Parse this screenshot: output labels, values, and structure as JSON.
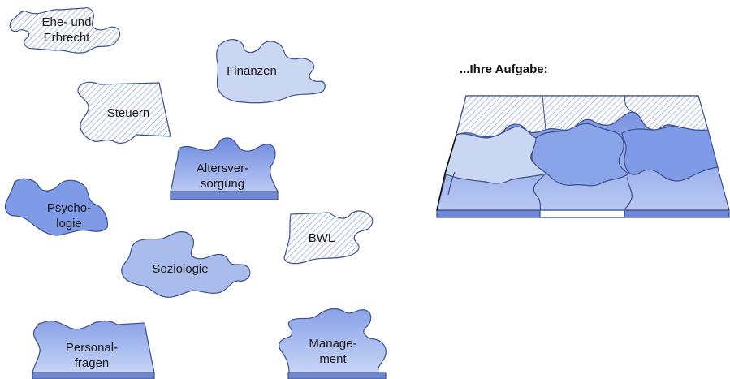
{
  "heading": "...Ihre Aufgabe:",
  "pieces": {
    "ehe": {
      "line1": "Ehe- und",
      "line2": "Erbrecht"
    },
    "finanzen": {
      "line1": "Finanzen"
    },
    "steuern": {
      "line1": "Steuern"
    },
    "alters": {
      "line1": "Altersver-",
      "line2": "sorgung"
    },
    "psycho": {
      "line1": "Psycho-",
      "line2": "logie"
    },
    "bwl": {
      "line1": "BWL"
    },
    "sozio": {
      "line1": "Soziologie"
    },
    "personal": {
      "line1": "Personal-",
      "line2": "fragen"
    },
    "mgmt": {
      "line1": "Manage-",
      "line2": "ment"
    }
  },
  "colors": {
    "outline": "#3d4f8c",
    "hatch": "#8fa2d6",
    "light": "#cad7f3",
    "mid": "#a9bcec",
    "dark": "#7f9ae6",
    "base": "#7088cf"
  }
}
